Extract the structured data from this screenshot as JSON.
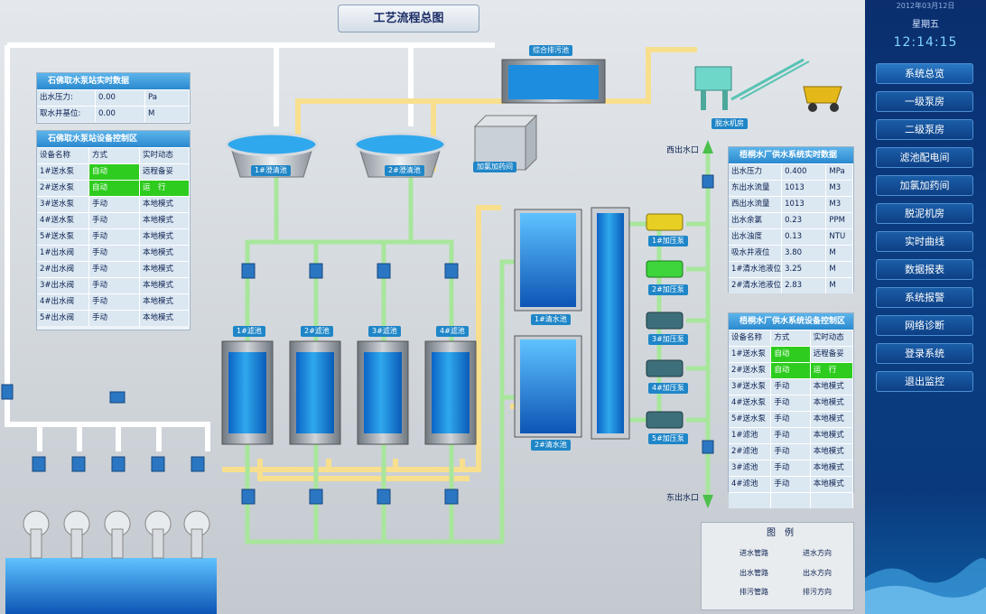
{
  "header": {
    "title": "工艺流程总图"
  },
  "labels": {
    "sewage_tank": "综合排污池",
    "dewatering": "脱水机房",
    "clarifier1": "1#澄清池",
    "clarifier2": "2#澄清池",
    "chlorination": "加氯加药间",
    "filters": [
      "1#滤池",
      "2#滤池",
      "3#滤池",
      "4#滤池"
    ],
    "clearwater1": "1#清水池",
    "clearwater2": "2#清水池",
    "boosters": [
      "1#加压泵",
      "2#加压泵",
      "3#加压泵",
      "4#加压泵",
      "5#加压泵"
    ],
    "west_outlet": "西出水口",
    "east_outlet": "东出水口"
  },
  "intake_realtime": {
    "title": "石佛取水泵站实时数据",
    "rows": [
      [
        "出水压力:",
        "0.00",
        "Pa"
      ],
      [
        "取水井基位:",
        "0.00",
        "M"
      ]
    ]
  },
  "intake_control": {
    "title": "石佛取水泵站设备控制区",
    "headers": [
      "设备名称",
      "方式",
      "实时动态"
    ],
    "rows": [
      [
        "1#送水泵",
        "自动",
        "远程备妥"
      ],
      [
        "2#送水泵",
        "自动",
        "运　行"
      ],
      [
        "3#送水泵",
        "手动",
        "本地模式"
      ],
      [
        "4#送水泵",
        "手动",
        "本地模式"
      ],
      [
        "5#送水泵",
        "手动",
        "本地模式"
      ],
      [
        "1#出水阀",
        "手动",
        "本地模式"
      ],
      [
        "2#出水阀",
        "手动",
        "本地模式"
      ],
      [
        "3#出水阀",
        "手动",
        "本地模式"
      ],
      [
        "4#出水阀",
        "手动",
        "本地模式"
      ],
      [
        "5#出水阀",
        "手动",
        "本地模式"
      ]
    ]
  },
  "supply_realtime": {
    "title": "梧桐水厂供水系统实时数据",
    "rows": [
      [
        "出水压力",
        "0.400",
        "MPa"
      ],
      [
        "东出水流量",
        "1013",
        "M3"
      ],
      [
        "西出水流量",
        "1013",
        "M3"
      ],
      [
        "出水余氯",
        "0.23",
        "PPM"
      ],
      [
        "出水浊度",
        "0.13",
        "NTU"
      ],
      [
        "吸水井液位",
        "3.80",
        "M"
      ],
      [
        "1#清水池液位",
        "3.25",
        "M"
      ],
      [
        "2#清水池液位",
        "2.83",
        "M"
      ]
    ]
  },
  "supply_control": {
    "title": "梧桐水厂供水系统设备控制区",
    "headers": [
      "设备名称",
      "方式",
      "实时动态"
    ],
    "rows": [
      [
        "1#送水泵",
        "自动",
        "远程备妥"
      ],
      [
        "2#送水泵",
        "自动",
        "运　行"
      ],
      [
        "3#送水泵",
        "手动",
        "本地模式"
      ],
      [
        "4#送水泵",
        "手动",
        "本地模式"
      ],
      [
        "5#送水泵",
        "手动",
        "本地模式"
      ],
      [
        "1#滤池",
        "手动",
        "本地模式"
      ],
      [
        "2#滤池",
        "手动",
        "本地模式"
      ],
      [
        "3#滤池",
        "手动",
        "本地模式"
      ],
      [
        "4#滤池",
        "手动",
        "本地模式"
      ]
    ]
  },
  "legend": {
    "title": "图　例",
    "items": [
      "进水管路",
      "进水方向",
      "出水管路",
      "出水方向",
      "排污管路",
      "排污方向"
    ]
  },
  "sidebar": {
    "date": "2012年03月12日",
    "weekday": "星期五",
    "time": "12:14:15",
    "nav": [
      "系统总览",
      "一级泵房",
      "二级泵房",
      "滤池配电间",
      "加氯加药间",
      "脱泥机房",
      "实时曲线",
      "数据报表",
      "系统报警",
      "网络诊断",
      "登录系统",
      "退出监控"
    ]
  },
  "colors": {
    "inlet_pipe": "#ffffff",
    "outlet_pipe": "#a8e69c",
    "drain_pipe": "#f8df8e",
    "status_on": "#2ecc1f",
    "sidebar_bg": "#0b3d82",
    "header_accent": "#2a89cf"
  }
}
